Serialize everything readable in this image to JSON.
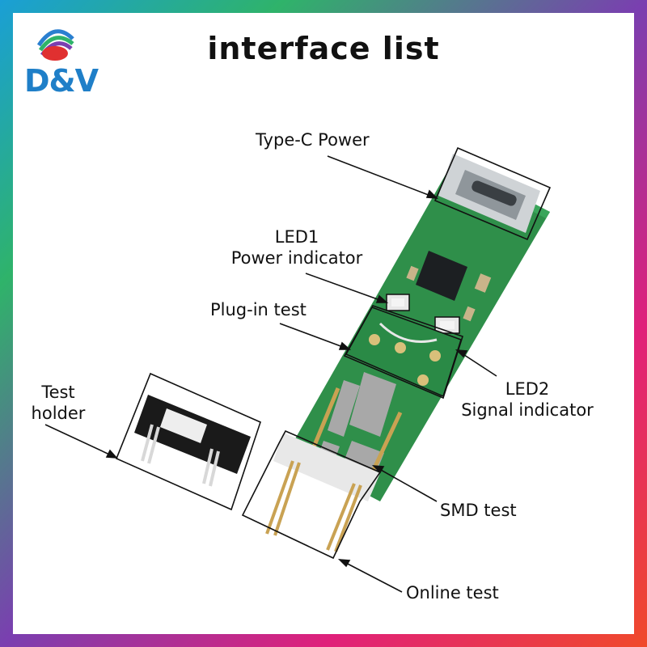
{
  "header": {
    "title": "interface list"
  },
  "brand": {
    "logo_text": "D&V",
    "color": "#1f7fc8"
  },
  "callouts": {
    "type_c": "Type-C Power",
    "led1_line1": "LED1",
    "led1_line2": "Power indicator",
    "plug_in": "Plug-in test",
    "test_holder_line1": "Test",
    "test_holder_line2": "holder",
    "led2_line1": "LED2",
    "led2_line2": "Signal indicator",
    "smd": "SMD test",
    "online": "Online test"
  },
  "colors": {
    "pcb_green": "#2f8f4a",
    "frame_gradient_start": "#1a9fd6",
    "frame_gradient_end": "#f04a2a"
  }
}
